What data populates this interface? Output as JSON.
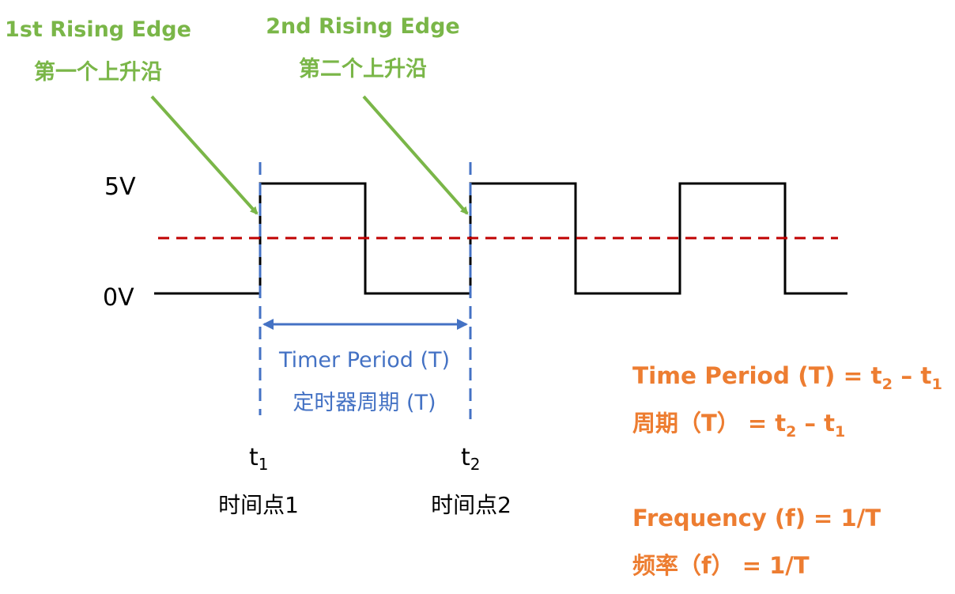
{
  "annotations": {
    "edge1_en": "1st Rising Edge",
    "edge1_cn": "第一个上升沿",
    "edge2_en": "2nd Rising Edge",
    "edge2_cn": "第二个上升沿"
  },
  "levels": {
    "high": "5V",
    "low": "0V"
  },
  "period_label": {
    "en": "Timer Period (T)",
    "cn": "定时器周期 (T)"
  },
  "time_points": {
    "t1_base": "t",
    "t1_sub": "1",
    "t1_cn": "时间点1",
    "t2_base": "t",
    "t2_sub": "2",
    "t2_cn": "时间点2"
  },
  "formulas": {
    "period_en_lhs": "Time Period (T) = t",
    "period_en_s1": "2",
    "period_en_mid": " – t",
    "period_en_s2": "1",
    "period_cn_lhs": "周期（T） = t",
    "period_cn_s1": "2",
    "period_cn_mid": " – t",
    "period_cn_s2": "1",
    "freq_en": "Frequency (f) = 1/T",
    "freq_cn": "频率（f） = 1/T"
  },
  "colors": {
    "signal": "#000000",
    "threshold": "#c00000",
    "markers": "#4472c4",
    "annotation": "#7ab648",
    "formula": "#ed7d31"
  }
}
